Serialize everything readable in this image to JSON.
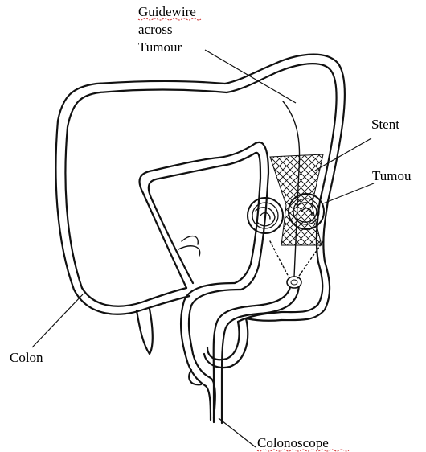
{
  "labels": {
    "guidewire": [
      "Guidewire",
      "across",
      "Tumour"
    ],
    "stent": "Stent",
    "tumour": "Tumou",
    "colon": "Colon",
    "colonoscope": "Colonoscope"
  },
  "colors": {
    "ink": "#111111",
    "spellcheck_underline": "#cc2222",
    "background": "#ffffff"
  }
}
